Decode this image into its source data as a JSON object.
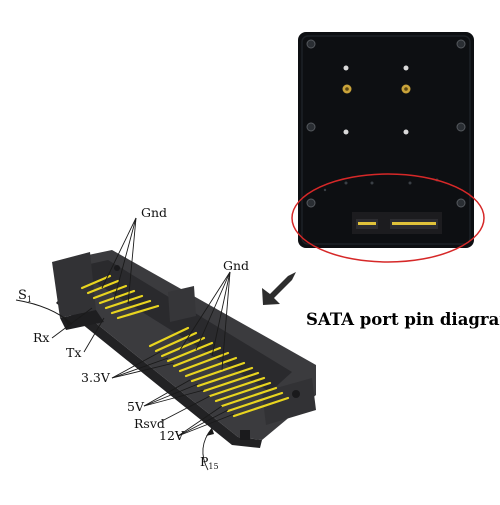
{
  "caption": "SATA port pin diagram",
  "pin_labels": {
    "gnd_top": "Gnd",
    "gnd_mid": "Gnd",
    "s1_base": "S",
    "s1_sub": "1",
    "rx": "Rx",
    "tx": "Tx",
    "v33": "3.3V",
    "v5": "5V",
    "rsvd": "Rsvd",
    "v12": "12V",
    "p15_base": "P",
    "p15_sub": "15"
  },
  "colors": {
    "board": "#0d0f12",
    "connector": "#3b3b3e",
    "connector_dark": "#222224",
    "pin_gold": "#e9d51f",
    "highlight_ellipse": "#d62828",
    "arrow": "#2d2d2d"
  },
  "icons": {
    "board": "ssd-enclosure-board",
    "connector": "sata-connector",
    "pointer": "pointer-arrow-icon"
  }
}
